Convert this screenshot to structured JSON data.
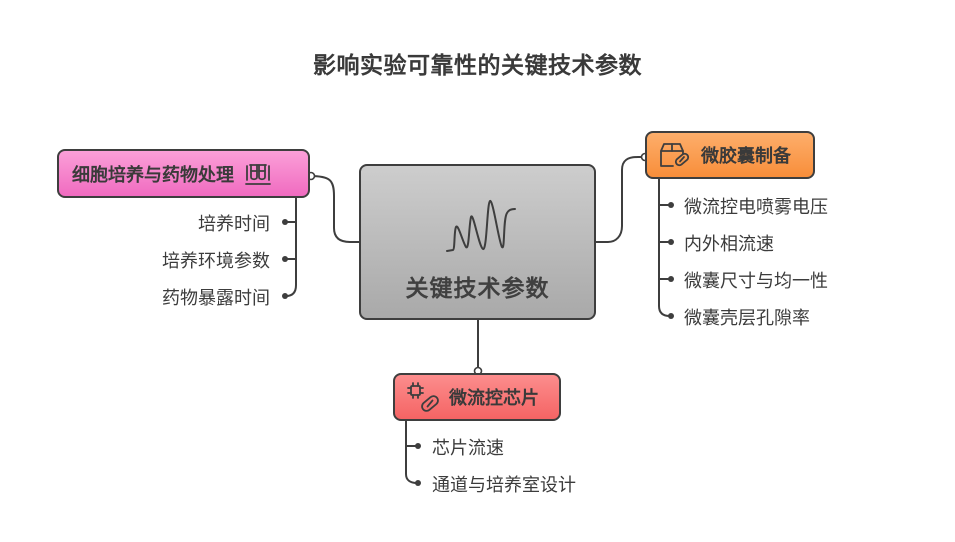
{
  "title": "影响实验可靠性的关键技术参数",
  "center": {
    "label": "关键技术参数",
    "icon": "waveform-icon"
  },
  "branches": {
    "left": {
      "label": "细胞培养与药物处理",
      "icon": "test-tubes-icon",
      "color": "#f47ec9",
      "items": [
        "培养时间",
        "培养环境参数",
        "药物暴露时间"
      ]
    },
    "right": {
      "label": "微胶囊制备",
      "icon": "box-capsule-icon",
      "color": "#fa9e50",
      "items": [
        "微流控电喷雾电压",
        "内外相流速",
        "微囊尺寸与均一性",
        "微囊壳层孔隙率"
      ]
    },
    "bottom": {
      "label": "微流控芯片",
      "icon": "chip-capsule-icon",
      "color": "#f87878",
      "items": [
        "芯片流速",
        "通道与培养室设计"
      ]
    }
  }
}
